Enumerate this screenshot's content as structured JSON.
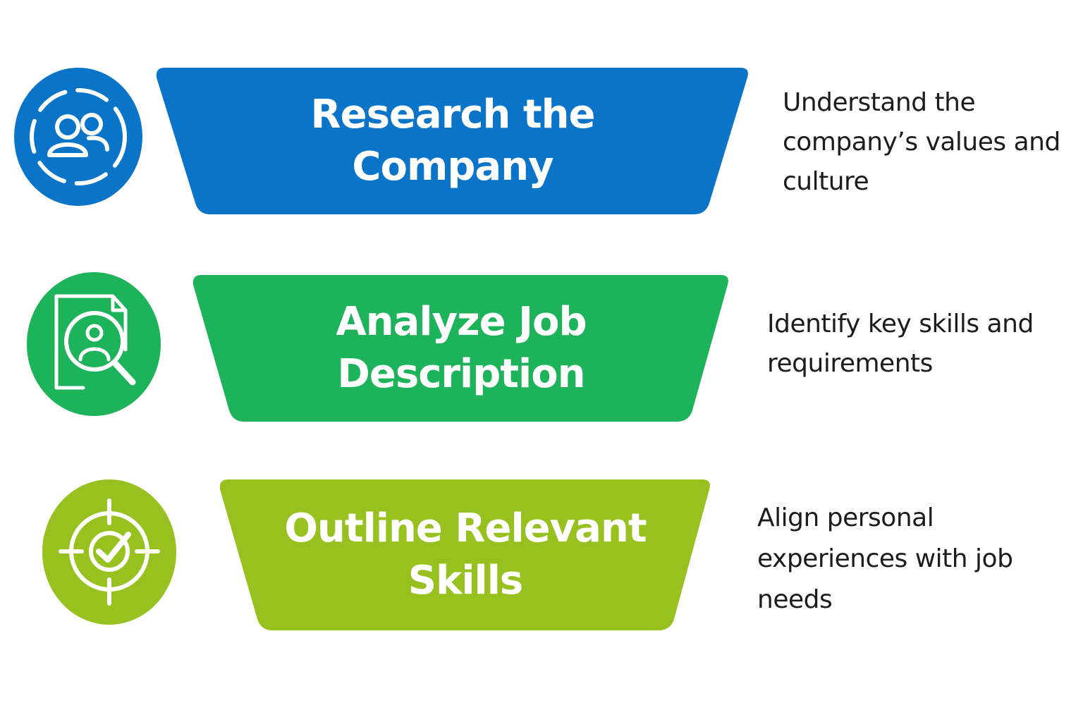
{
  "steps": [
    {
      "title": "Research the Company",
      "color": "#0a74c9",
      "icon": "people-group-icon",
      "description_lines": [
        "Understand the",
        "company’s values and",
        "culture"
      ]
    },
    {
      "title": "Analyze Job Description",
      "color": "#1db35a",
      "icon": "document-search-person-icon",
      "description_lines": [
        "Identify key skills and",
        "requirements"
      ]
    },
    {
      "title": "Outline Relevant Skills",
      "color": "#96c11f",
      "icon": "target-check-icon",
      "description_lines": [
        "Align personal",
        "experiences with job",
        "needs"
      ]
    }
  ]
}
